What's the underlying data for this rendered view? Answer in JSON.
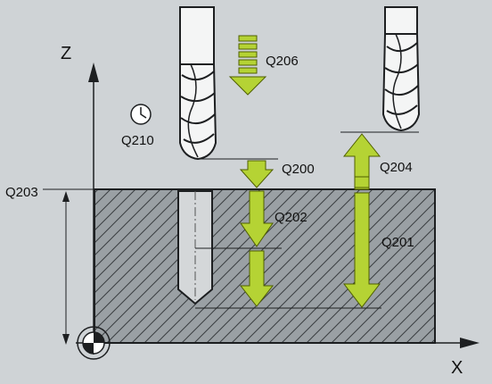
{
  "axes": {
    "z": "Z",
    "x": "X"
  },
  "labels": {
    "feed_rate": "Q206",
    "dwell_time": "Q210",
    "setup_clearance": "Q200",
    "plunging_depth": "Q202",
    "workpiece_surface": "Q203",
    "second_setup_clearance": "Q204",
    "depth": "Q201"
  },
  "icons": [
    "clock-icon",
    "datum-icon",
    "milling-cutter-icon",
    "feed-arrow-icon"
  ],
  "colors": {
    "background": "#cfd3d6",
    "workpiece": "#9aa0a4",
    "arrow": "#b5d334",
    "arrow_outline": "#4f5f00",
    "tool": "#f4f5f5"
  }
}
